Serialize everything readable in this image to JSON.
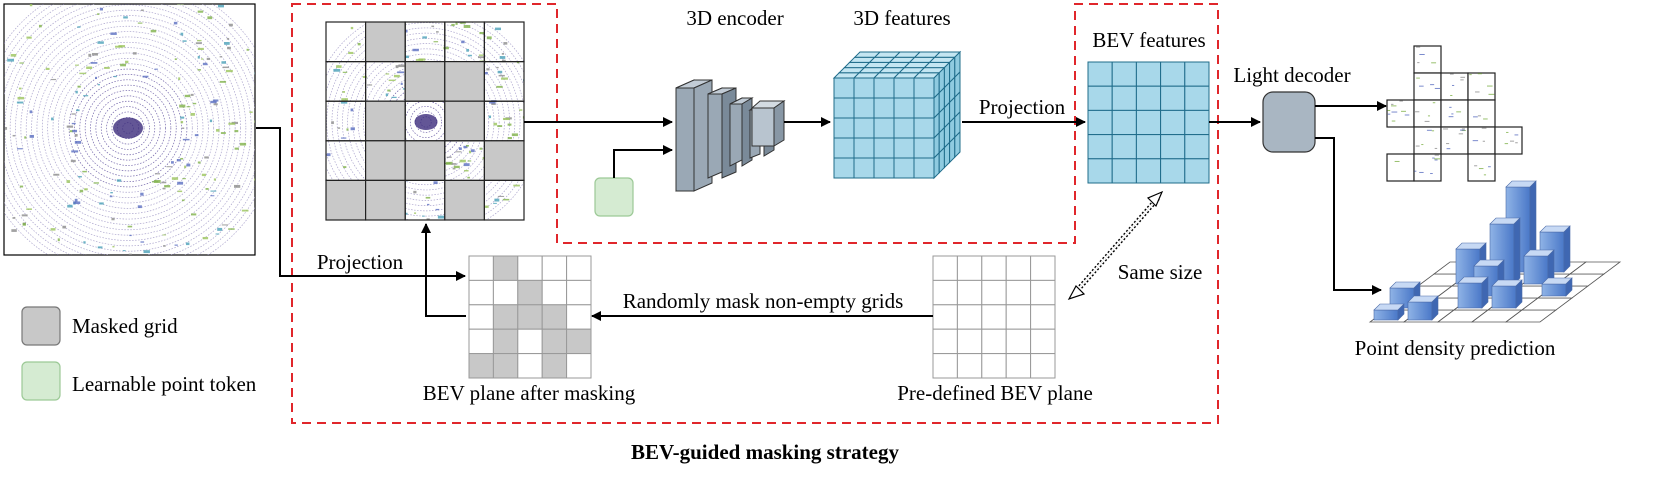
{
  "labels": {
    "encoder": "3D encoder",
    "features_3d": "3D features",
    "bev_features": "BEV features",
    "projection_top": "Projection",
    "projection_left": "Projection",
    "light_decoder": "Light decoder",
    "same_size": "Same size",
    "random_mask": "Randomly mask non-empty grids",
    "bev_after_masking": "BEV plane after masking",
    "predefined_bev": "Pre-defined BEV plane",
    "point_density": "Point density prediction",
    "strategy": "BEV-guided masking strategy"
  },
  "legend": [
    {
      "label": "Masked grid",
      "color": "#c8c8c8",
      "border": "#777777",
      "icon": "masked-grid-swatch"
    },
    {
      "label": "Learnable point token",
      "color": "#d5ebd2",
      "border": "#9cc996",
      "icon": "point-token-swatch"
    }
  ],
  "colors": {
    "mask_gray": "#c8c8c8",
    "cube_blue": "#a8d8ea",
    "grid_line_blue": "#1f6c8a",
    "dashed_red": "#e0262b",
    "encoder_gray": "#9aa8b5",
    "decoder_gray": "#a9b6c2",
    "token_green": "#d5ebd2"
  },
  "masked_grid_main": [
    [
      0,
      1,
      0,
      0,
      0
    ],
    [
      0,
      0,
      1,
      1,
      0
    ],
    [
      0,
      1,
      0,
      1,
      0
    ],
    [
      0,
      1,
      1,
      0,
      1
    ],
    [
      1,
      1,
      0,
      1,
      0
    ]
  ],
  "masked_grid_small": [
    [
      0,
      1,
      0,
      0,
      0
    ],
    [
      0,
      0,
      1,
      0,
      0
    ],
    [
      0,
      1,
      1,
      1,
      0
    ],
    [
      0,
      1,
      0,
      1,
      1
    ],
    [
      1,
      1,
      0,
      1,
      0
    ]
  ]
}
